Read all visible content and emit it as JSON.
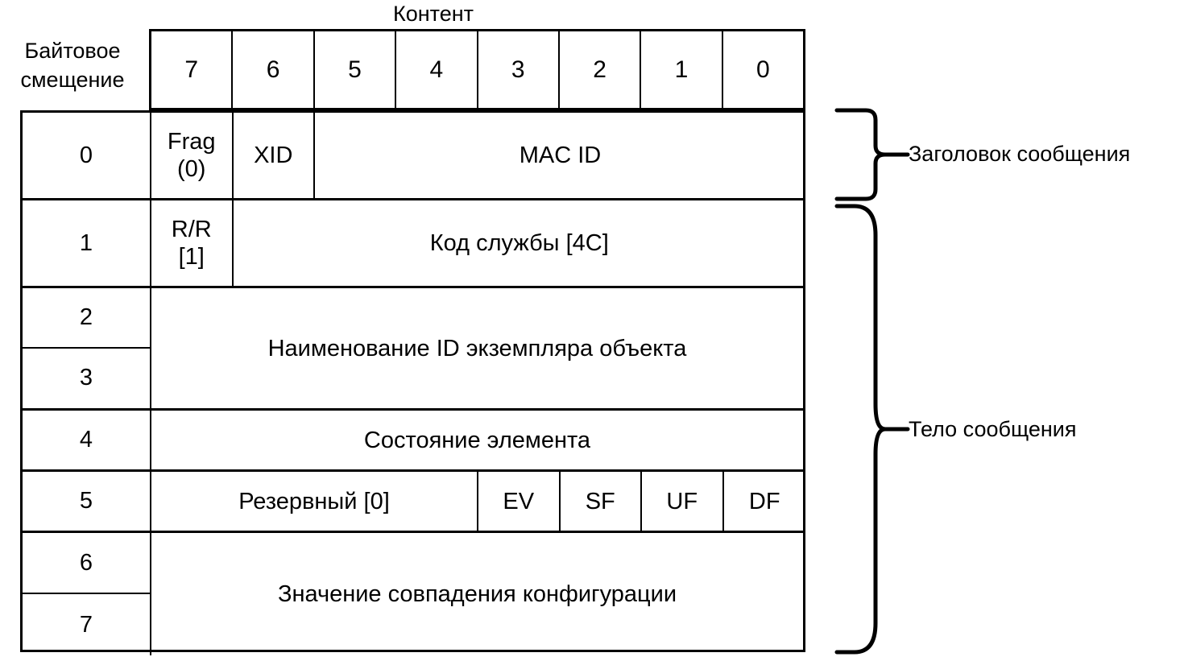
{
  "diagram": {
    "content_label": "Контент",
    "offset_header": "Байтовое\nсмещение",
    "offset_header_line1": "Байтовое",
    "offset_header_line2": "смещение"
  },
  "bit_header": {
    "bits": [
      "7",
      "6",
      "5",
      "4",
      "3",
      "2",
      "1",
      "0"
    ]
  },
  "rows": [
    {
      "offset": "0",
      "fields": [
        {
          "label": "Frag\n(0)",
          "line1": "Frag",
          "line2": "(0)",
          "bits": 1
        },
        {
          "label": "XID",
          "bits": 1
        },
        {
          "label": "MAC ID",
          "bits": 6
        }
      ]
    },
    {
      "offset": "1",
      "fields": [
        {
          "label": "R/R\n[1]",
          "line1": "R/R",
          "line2": "[1]",
          "bits": 1
        },
        {
          "label": "Код службы [4C]",
          "bits": 7
        }
      ]
    },
    {
      "offset_top": "2",
      "offset_bottom": "3",
      "fields": [
        {
          "label": "Наименование ID экземпляра объекта",
          "bits": 8
        }
      ]
    },
    {
      "offset": "4",
      "fields": [
        {
          "label": "Состояние элемента",
          "bits": 8
        }
      ]
    },
    {
      "offset": "5",
      "fields": [
        {
          "label": "Резервный [0]",
          "bits": 4
        },
        {
          "label": "EV",
          "bits": 1
        },
        {
          "label": "SF",
          "bits": 1
        },
        {
          "label": "UF",
          "bits": 1
        },
        {
          "label": "DF",
          "bits": 1
        }
      ]
    },
    {
      "offset_top": "6",
      "offset_bottom": "7",
      "fields": [
        {
          "label": "Значение совпадения конфигурации",
          "bits": 8
        }
      ]
    }
  ],
  "braces": [
    {
      "caption": "Заголовок сообщения"
    },
    {
      "caption": "Тело сообщения"
    }
  ],
  "colors": {
    "line": "#000000",
    "background": "#ffffff",
    "text": "#000000"
  }
}
